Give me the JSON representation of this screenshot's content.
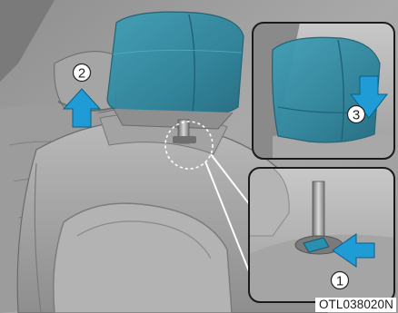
{
  "steps": [
    {
      "number": "2"
    },
    {
      "number": "3"
    },
    {
      "number": "1"
    }
  ],
  "figure_code": "OTL038020N",
  "icons": {
    "raise_arrow": "arrow-up-icon",
    "lower_arrow": "arrow-down-icon",
    "release_arrow": "arrow-left-icon"
  },
  "colors": {
    "headrest_blue": "#2f8fa8",
    "arrow_blue": "#1f9bd6",
    "seat_gray": "#8c8c8c",
    "outline": "#2a2a2a"
  }
}
